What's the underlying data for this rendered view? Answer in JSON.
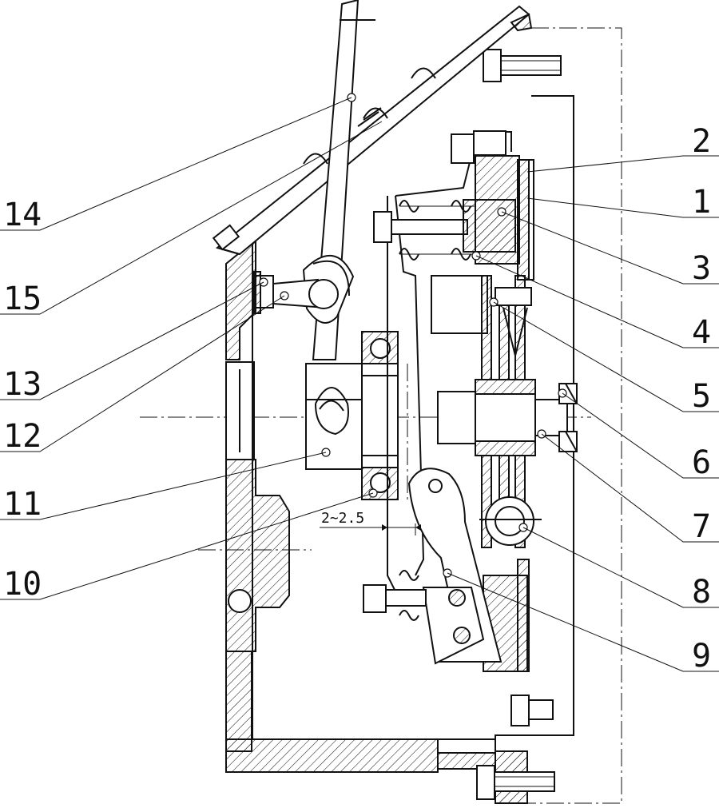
{
  "diagram": {
    "dimension_label": "2~2.5",
    "callouts_left": [
      "14",
      "15",
      "13",
      "12",
      "11",
      "10"
    ],
    "callouts_right": [
      "2",
      "1",
      "3",
      "4",
      "5",
      "6",
      "7",
      "8",
      "9"
    ]
  }
}
